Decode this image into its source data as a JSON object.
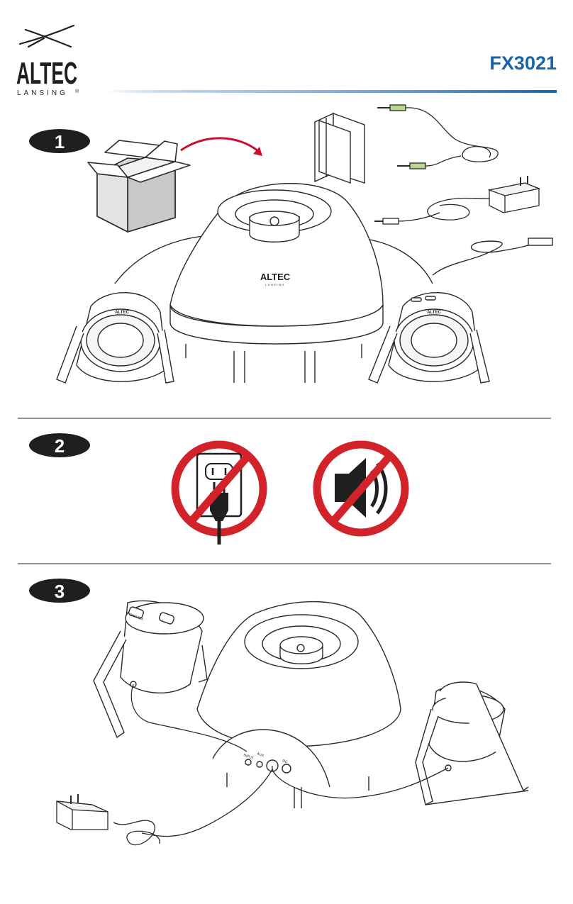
{
  "header": {
    "brand": "ALTEC",
    "brand_sub": "LANSING",
    "registered": "®",
    "model": "FX3021",
    "accent_color": "#1a64a8"
  },
  "steps": [
    {
      "number": "1"
    },
    {
      "number": "2"
    },
    {
      "number": "3"
    }
  ],
  "product_labels": {
    "device_brand": "ALTEC",
    "device_brand_sub": "LANSING",
    "satellite_brand": "ALTEC",
    "volume_label": "VOLUME",
    "input_label": "INPUT",
    "aux_label": "AUX",
    "dc_label": "DC"
  },
  "icons": [
    "no-unplug-icon",
    "no-sound-icon"
  ],
  "prohibition_color": "#d2232a"
}
